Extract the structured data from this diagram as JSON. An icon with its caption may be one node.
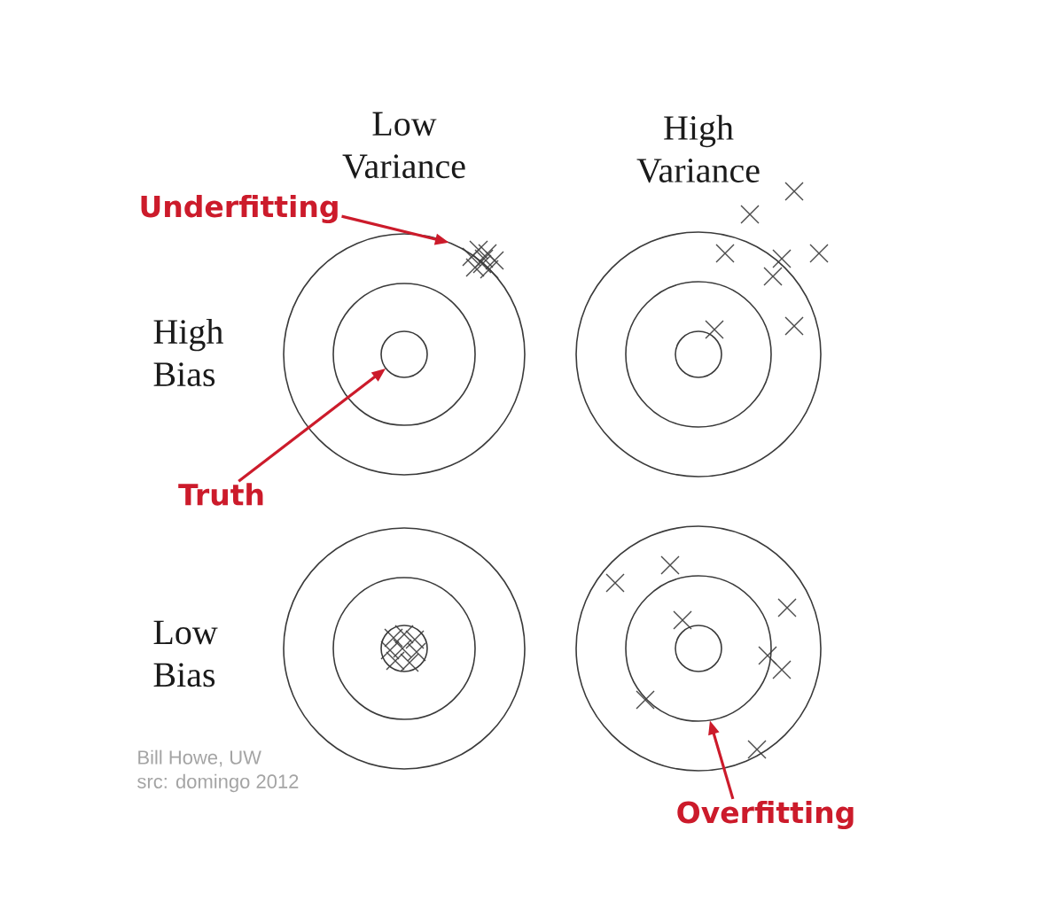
{
  "diagram": {
    "nodes": [
      {
        "text": [
          "Underfitting"
        ]
      },
      {
        "text": [],
        "shape": "circle"
      },
      {
        "text": [],
        "shape": "circle",
        "in": 1
      },
      {
        "text": [],
        "shape": "circle",
        "in": 2
      },
      {
        "text": [],
        "shape": "circle"
      },
      {
        "text": [],
        "shape": "circle",
        "in": 4
      },
      {
        "text": [],
        "shape": "circle",
        "in": 5
      },
      {
        "text": [
          "Truth"
        ]
      },
      {
        "text": [],
        "shape": "circle"
      },
      {
        "text": [],
        "shape": "circle",
        "in": 8
      },
      {
        "text": [],
        "shape": "circle",
        "in": 9
      },
      {
        "text": [],
        "shape": "circle"
      },
      {
        "text": [],
        "shape": "circle",
        "in": 11
      },
      {
        "text": [],
        "shape": "circle",
        "in": 12
      },
      {
        "text": [
          "Overfitting"
        ]
      }
    ],
    "edges": [
      {
        "from": 0,
        "to": 1,
        "arrow": "to"
      },
      {
        "from": 7,
        "to": 3,
        "arrow": "to"
      },
      {
        "from": 14,
        "to": 12,
        "arrow": "to"
      }
    ],
    "labels": [
      "Low Variance",
      "High Variance",
      "High Bias",
      "Low Bias",
      "Bill Howe, UW",
      "src: domingo 2012"
    ]
  }
}
